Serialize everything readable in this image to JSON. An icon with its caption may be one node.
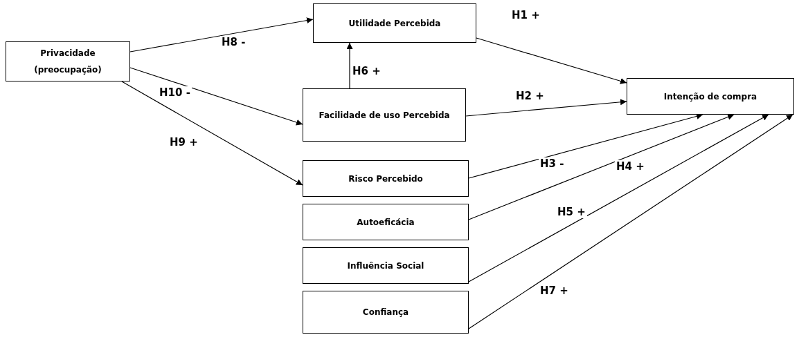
{
  "diagram": {
    "nodes": [
      {
        "text": [
          "Privacidade (preocupação)"
        ]
      },
      {
        "text": [
          "Utilidade Percebida"
        ]
      },
      {
        "text": [
          "Facilidade de uso Percebida"
        ]
      },
      {
        "text": [
          "Intenção de compra"
        ]
      },
      {
        "text": [
          "Risco Percebido"
        ]
      },
      {
        "text": [
          "Autoeficácia"
        ]
      },
      {
        "text": [
          "Influência Social"
        ]
      },
      {
        "text": [
          "Confiança"
        ]
      }
    ],
    "edges": [
      {
        "from": 0,
        "to": 1,
        "arrow": "to",
        "label": "H8 -"
      },
      {
        "from": 0,
        "to": 2,
        "arrow": "to",
        "label": "H10 -"
      },
      {
        "from": 0,
        "to": 4,
        "arrow": "to",
        "label": "H9 +"
      },
      {
        "from": 2,
        "to": 1,
        "arrow": "to",
        "label": "H6 +"
      },
      {
        "from": 1,
        "to": 3,
        "arrow": "to",
        "label": "H1 +"
      },
      {
        "from": 2,
        "to": 3,
        "arrow": "to",
        "label": "H2 +"
      },
      {
        "from": 4,
        "to": 3,
        "arrow": "to",
        "label": "H3 -"
      },
      {
        "from": 5,
        "to": 3,
        "arrow": "to",
        "label": "H4 +"
      },
      {
        "from": 6,
        "to": 3,
        "arrow": "to",
        "label": "H5 +"
      },
      {
        "from": 7,
        "to": 3,
        "arrow": "to",
        "label": "H7 +"
      }
    ]
  }
}
